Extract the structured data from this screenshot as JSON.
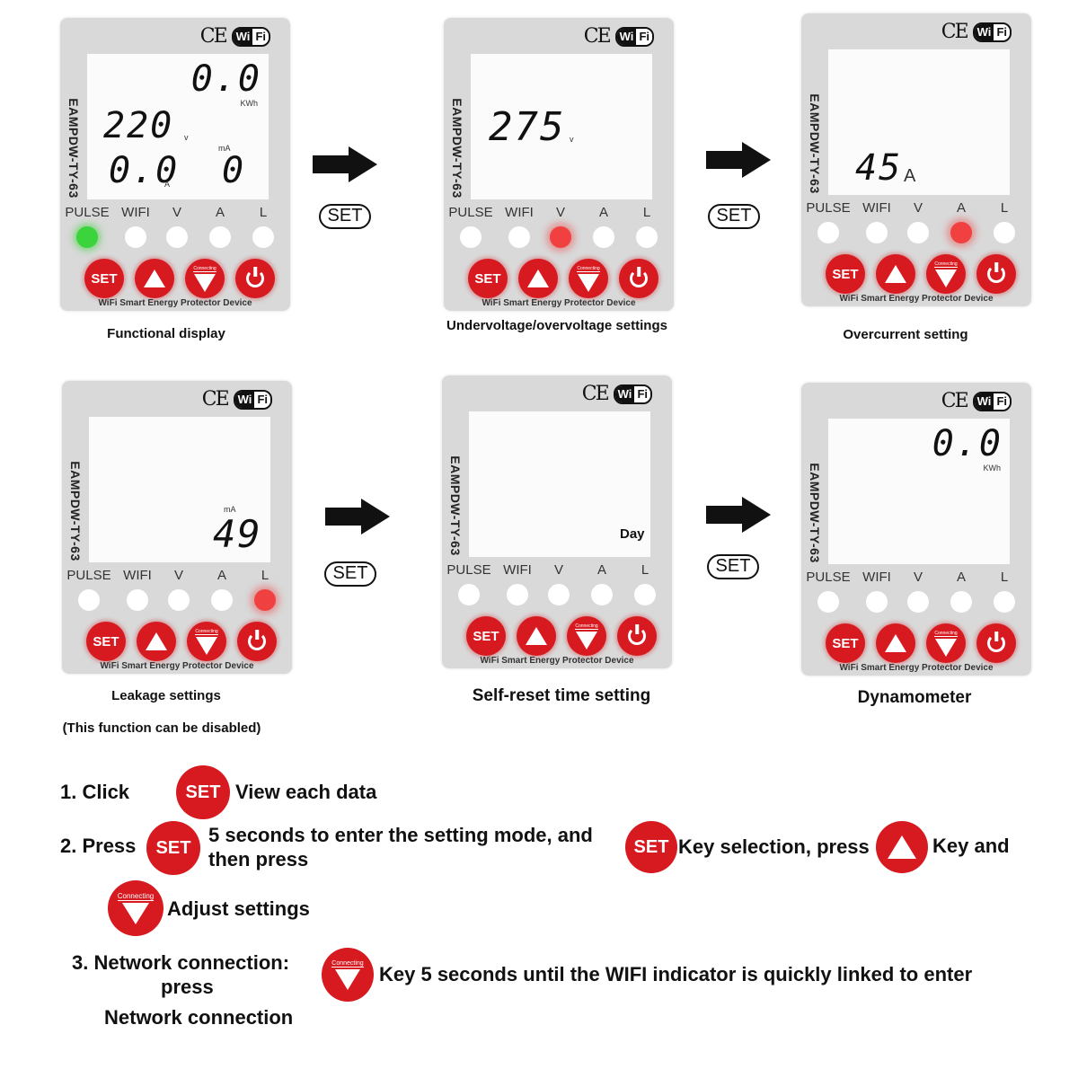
{
  "device": {
    "model": "EAMPDW-TY-63",
    "ce_mark": "CE",
    "wifi_badge": {
      "left": "Wi",
      "right": "Fi"
    },
    "indicator_labels": [
      "PULSE",
      "WIFI",
      "V",
      "A",
      "L"
    ],
    "buttons": {
      "set": "SET",
      "up": "up-arrow",
      "down_caption": "Connecting",
      "power": "power"
    },
    "footer": "WiFi Smart Energy Protector Device",
    "colors": {
      "button_red": "#d71920",
      "panel_gray": "#d9d9d9",
      "led_green": "#3cd43c",
      "led_red": "#f04040"
    }
  },
  "panels": [
    {
      "caption": "Functional display",
      "active_led": "PULSE",
      "active_color": "green",
      "readings": {
        "kwh": "0.0",
        "kwh_unit": "KWh",
        "voltage": "220",
        "voltage_unit": "v",
        "current": "0.0",
        "current_unit": "A",
        "leak": "0",
        "leak_unit": "mA"
      }
    },
    {
      "caption": "Undervoltage/overvoltage settings",
      "active_led": "V",
      "active_color": "red",
      "readings": {
        "voltage": "275",
        "voltage_unit": "v"
      }
    },
    {
      "caption": "Overcurrent setting",
      "active_led": "A",
      "active_color": "red",
      "readings": {
        "current": "45",
        "current_unit": "A"
      }
    },
    {
      "caption": "Leakage settings",
      "subcaption": "(This function can be disabled)",
      "active_led": "L",
      "active_color": "red",
      "readings": {
        "leak": "49",
        "leak_unit": "mA"
      }
    },
    {
      "caption": "Self-reset time setting",
      "active_led": null,
      "readings": {
        "day_label": "Day"
      }
    },
    {
      "caption": "Dynamometer",
      "active_led": null,
      "readings": {
        "kwh": "0.0",
        "kwh_unit": "KWh"
      }
    }
  ],
  "transitions": {
    "label": "SET"
  },
  "instructions": {
    "step1": {
      "prefix": "1. Click",
      "button": "SET",
      "text": "View each data"
    },
    "step2": {
      "prefix": "2. Press",
      "button": "SET",
      "text_line1": "5 seconds to enter the setting mode, and",
      "text_line2": "then press",
      "button2": "SET",
      "text2": "Key selection, press",
      "text3": "Key and",
      "text4": "Adjust settings"
    },
    "step3": {
      "prefix_line1": "3. Network connection:",
      "prefix_line2": "press",
      "prefix_line3": "Network connection",
      "button_caption": "Connecting",
      "text": "Key 5 seconds until the WIFI indicator is quickly linked to enter"
    }
  }
}
